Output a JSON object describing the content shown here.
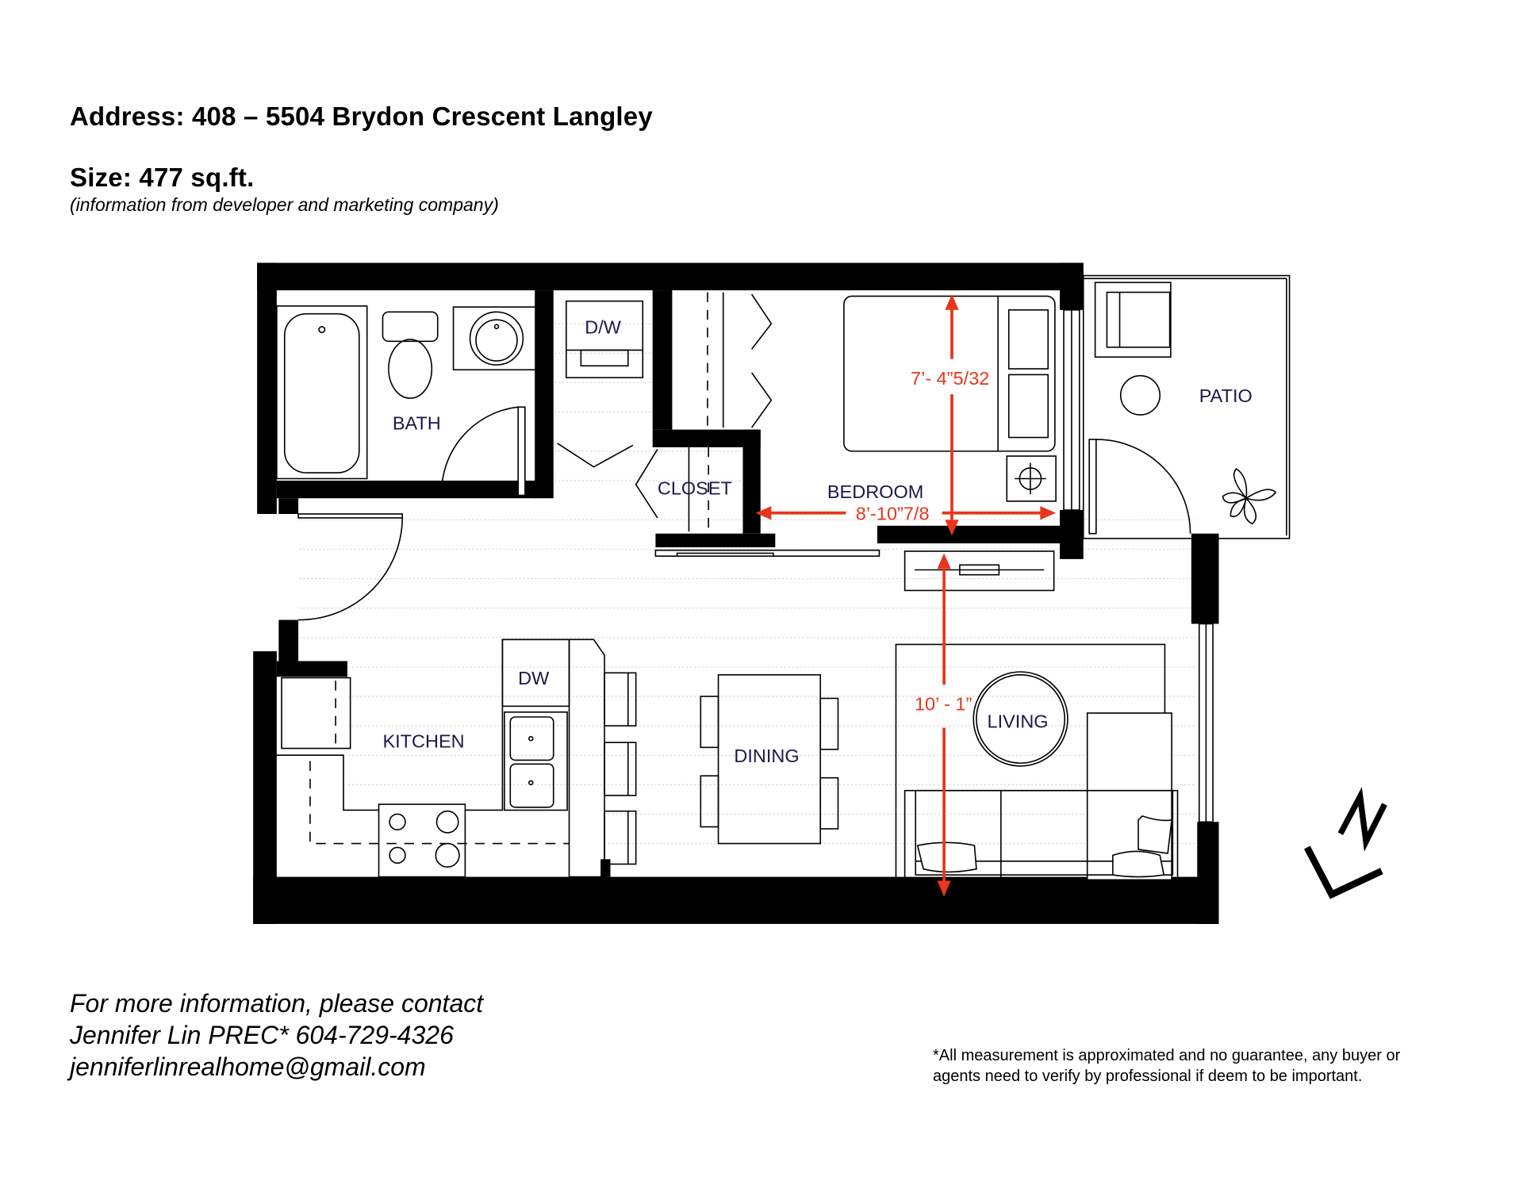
{
  "header": {
    "address": "Address: 408 – 5504 Brydon Crescent Langley",
    "size": "Size: 477 sq.ft.",
    "source_note": "(information from developer and marketing company)"
  },
  "rooms": {
    "bath": "BATH",
    "dw_laundry": "D/W",
    "closet": "CLOSET",
    "bedroom": "BEDROOM",
    "patio": "PATIO",
    "kitchen": "KITCHEN",
    "dishwasher": "DW",
    "dining": "DINING",
    "living": "LIVING"
  },
  "dimensions": {
    "bedroom_depth": "7’- 4”5/32",
    "bedroom_width": "8’-10”7/8",
    "living_depth": "10’ - 1”"
  },
  "compass": {
    "label": "N"
  },
  "contact": {
    "line1": "For more information, please contact",
    "line2": "Jennifer Lin PREC* 604-729-4326",
    "line3": "jenniferlinrealhome@gmail.com"
  },
  "disclaimer": {
    "line1": "*All measurement is approximated and no guarantee, any buyer or",
    "line2": "agents need to verify by professional if deem to be important."
  },
  "colors": {
    "walls": "#000000",
    "room_labels": "#1a1a4a",
    "dimension_annotations": "#e8361c"
  }
}
